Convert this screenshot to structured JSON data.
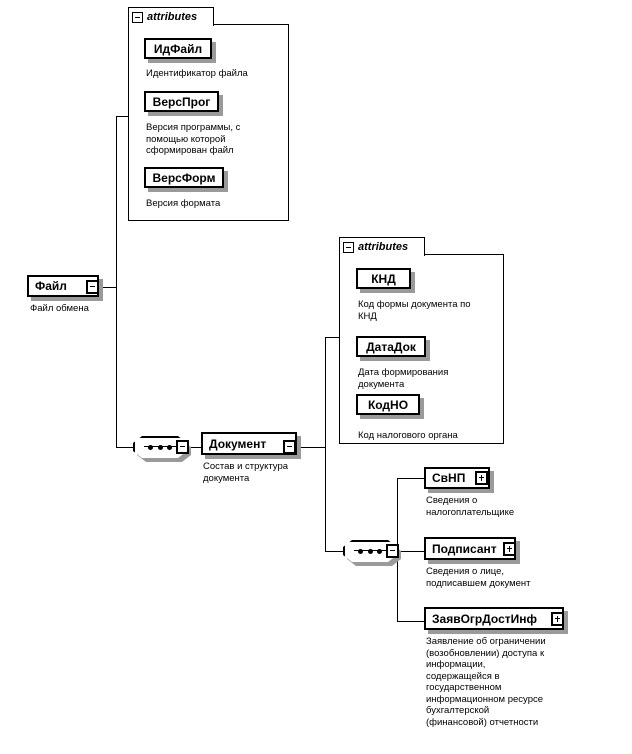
{
  "diagram": {
    "title": "XML Schema structure diagram",
    "accent": "#000000",
    "shadow_color": "#9a9a9a"
  },
  "root": {
    "name": "Файл",
    "caption": "Файл обмена",
    "toggle": "minus"
  },
  "file_attributes": {
    "group_label": "attributes",
    "group_toggle": "minus",
    "items": [
      {
        "name": "ИдФайл",
        "caption": "Идентификатор файла"
      },
      {
        "name": "ВерсПрог",
        "caption": "Версия программы, с\nпомощью которой\nсформирован файл"
      },
      {
        "name": "ВерсФорм",
        "caption": "Версия формата"
      }
    ]
  },
  "document": {
    "name": "Документ",
    "caption": "Состав и структура\nдокумента",
    "toggle": "minus",
    "sequence_toggle": "minus"
  },
  "document_attributes": {
    "group_label": "attributes",
    "group_toggle": "minus",
    "items": [
      {
        "name": "КНД",
        "caption": "Код формы документа по\nКНД"
      },
      {
        "name": "ДатаДок",
        "caption": "Дата формирования\nдокумента"
      },
      {
        "name": "КодНО",
        "caption": "Код налогового органа"
      }
    ]
  },
  "document_children": {
    "sequence_toggle": "minus",
    "items": [
      {
        "name": "СвНП",
        "toggle": "plus",
        "caption": "Сведения о\nналогоплательщике"
      },
      {
        "name": "Подписант",
        "toggle": "plus",
        "caption": "Сведения о лице,\nподписавшем документ"
      },
      {
        "name": "ЗаявОгрДостИнф",
        "toggle": "plus",
        "caption": "Заявление об ограничении\n(возобновлении) доступа к\nинформации,\nсодержащейся в\nгосударственном\nинформационном ресурсе\nбухгалтерской\n(финансовой) отчетности"
      }
    ]
  }
}
